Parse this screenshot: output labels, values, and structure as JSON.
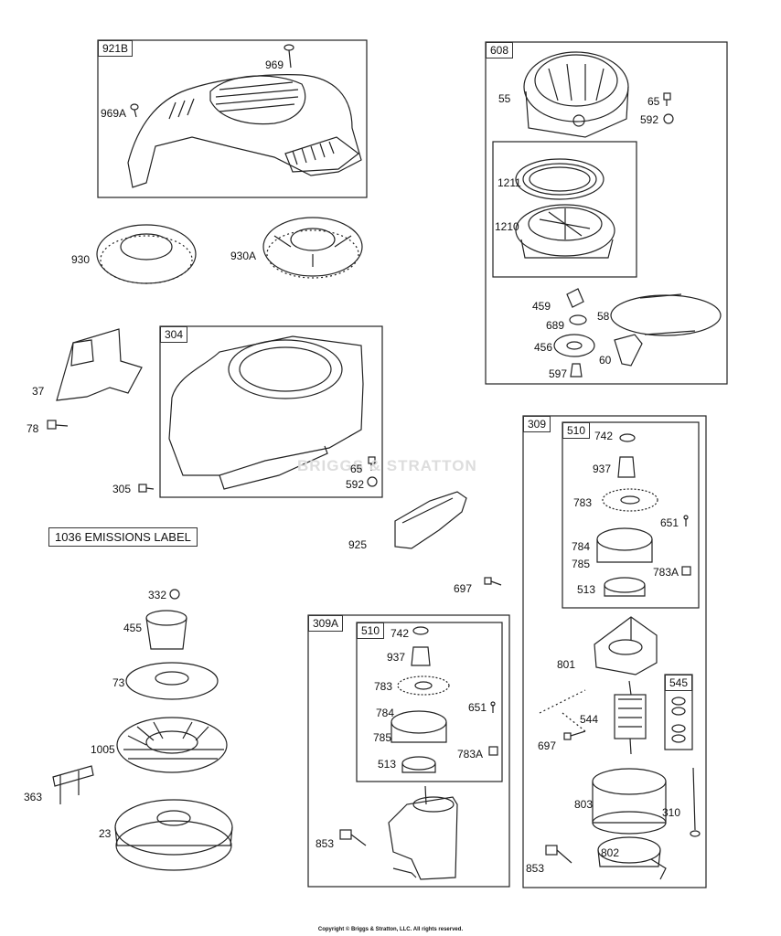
{
  "watermark": "BRIGGS & STRATTON",
  "copyright": "Copyright © Briggs & Stratton, LLC. All rights reserved.",
  "emissions_label": "1036 EMISSIONS LABEL",
  "groups": {
    "g921b": "921B",
    "g608": "608",
    "g304": "304",
    "g309": "309",
    "g510a": "510",
    "g545": "545",
    "g309a": "309A",
    "g510b": "510"
  },
  "parts": {
    "p969": "969",
    "p969a": "969A",
    "p930": "930",
    "p930a": "930A",
    "p55": "55",
    "p65a": "65",
    "p592a": "592",
    "p1211": "1211",
    "p1210": "1210",
    "p459": "459",
    "p689": "689",
    "p58": "58",
    "p456": "456",
    "p60": "60",
    "p597": "597",
    "p37": "37",
    "p78": "78",
    "p305": "305",
    "p65b": "65",
    "p592b": "592",
    "p925": "925",
    "p697a": "697",
    "p742a": "742",
    "p937a": "937",
    "p783a": "783",
    "p651a": "651",
    "p784a": "784",
    "p785a": "785",
    "p783Aa": "783A",
    "p513a": "513",
    "p801": "801",
    "p544": "544",
    "p697b": "697",
    "p803": "803",
    "p310": "310",
    "p853a": "853",
    "p802": "802",
    "p332": "332",
    "p455": "455",
    "p73": "73",
    "p1005": "1005",
    "p363": "363",
    "p23": "23",
    "p742b": "742",
    "p937b": "937",
    "p783b": "783",
    "p651b": "651",
    "p784b": "784",
    "p785b": "785",
    "p783Ab": "783A",
    "p513b": "513",
    "p853b": "853"
  }
}
